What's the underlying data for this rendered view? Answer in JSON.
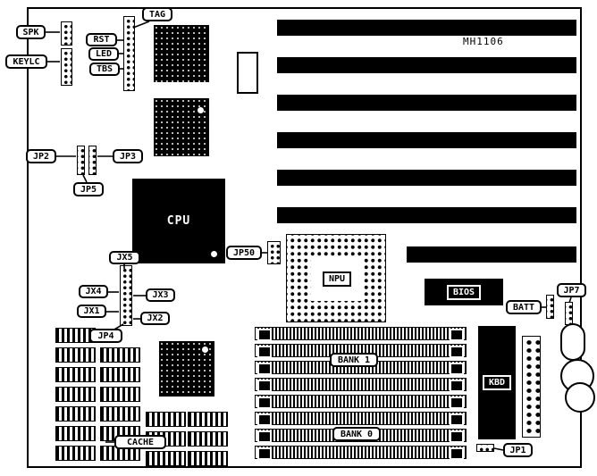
{
  "diagram": {
    "model": "MH1106"
  },
  "components": {
    "cpu": "CPU",
    "npu": "NPU",
    "bios": "BIOS",
    "kbd": "KBD"
  },
  "callouts": {
    "tag": "TAG",
    "spk": "SPK",
    "keylc": "KEYLC",
    "rst": "RST",
    "led": "LED",
    "tbs": "TBS",
    "jp2": "JP2",
    "jp3": "JP3",
    "jp5": "JP5",
    "jp50": "JP50",
    "jx5": "JX5",
    "jx4": "JX4",
    "jx3": "JX3",
    "jx2": "JX2",
    "jx1": "JX1",
    "jp4": "JP4",
    "batt": "BATT",
    "jp7": "JP7",
    "jp1": "JP1",
    "bank1": "BANK 1",
    "bank0": "BANK 0",
    "cache": "CACHE"
  },
  "colors": {
    "ink": "#000000",
    "paper": "#ffffff"
  }
}
